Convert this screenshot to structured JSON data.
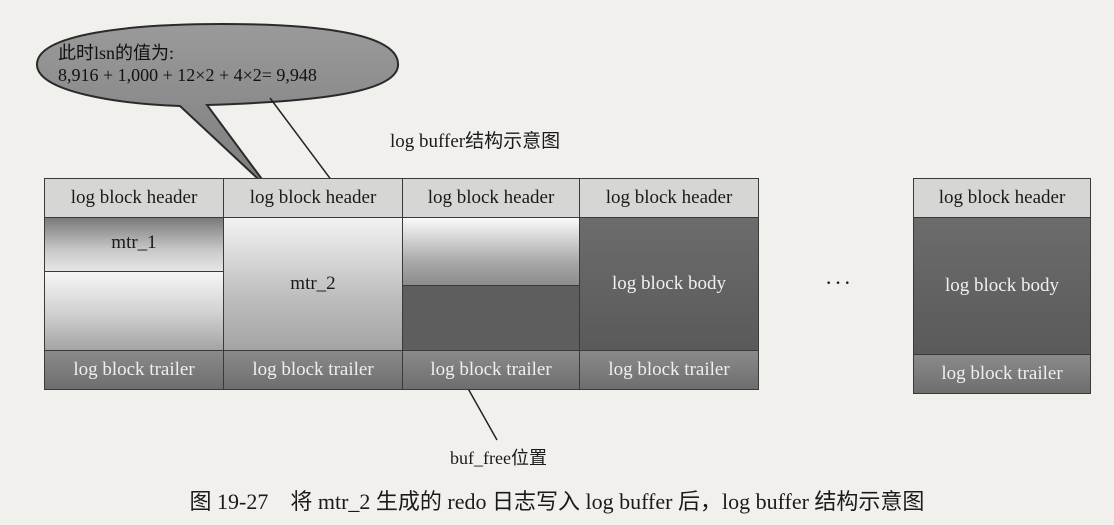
{
  "bubble": {
    "line1": "此时lsn的值为:",
    "line2": "8,916 + 1,000 + 12×2 + 4×2= 9,948"
  },
  "diagram_title": "log buffer结构示意图",
  "blocks": {
    "header": "log block header",
    "trailer": "log block trailer",
    "body": "log block body",
    "mtr_1": "mtr_1",
    "mtr_2": "mtr_2"
  },
  "ellipsis": "···",
  "pointer_label": "buf_free位置",
  "caption": "图 19-27　将 mtr_2 生成的 redo 日志写入 log buffer 后，log buffer 结构示意图",
  "colors": {
    "header": "#d6d6d4",
    "trailer": "#7a7a7a",
    "body": "#606060"
  }
}
